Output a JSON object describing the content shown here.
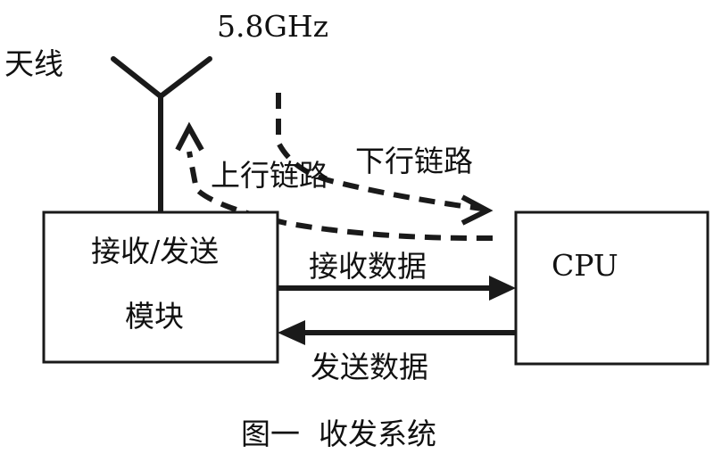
{
  "diagram": {
    "antenna_label": "天线",
    "frequency_label": "5.8GHz",
    "uplink_label": "上行链路",
    "downlink_label": "下行链路",
    "module_label_line1": "接收/发送",
    "module_label_line2": "模块",
    "cpu_label": "CPU",
    "receive_data_label": "接收数据",
    "send_data_label": "发送数据",
    "caption": "图一  收发系统"
  },
  "colors": {
    "ink": "#1a1a1a",
    "background": "#ffffff"
  }
}
